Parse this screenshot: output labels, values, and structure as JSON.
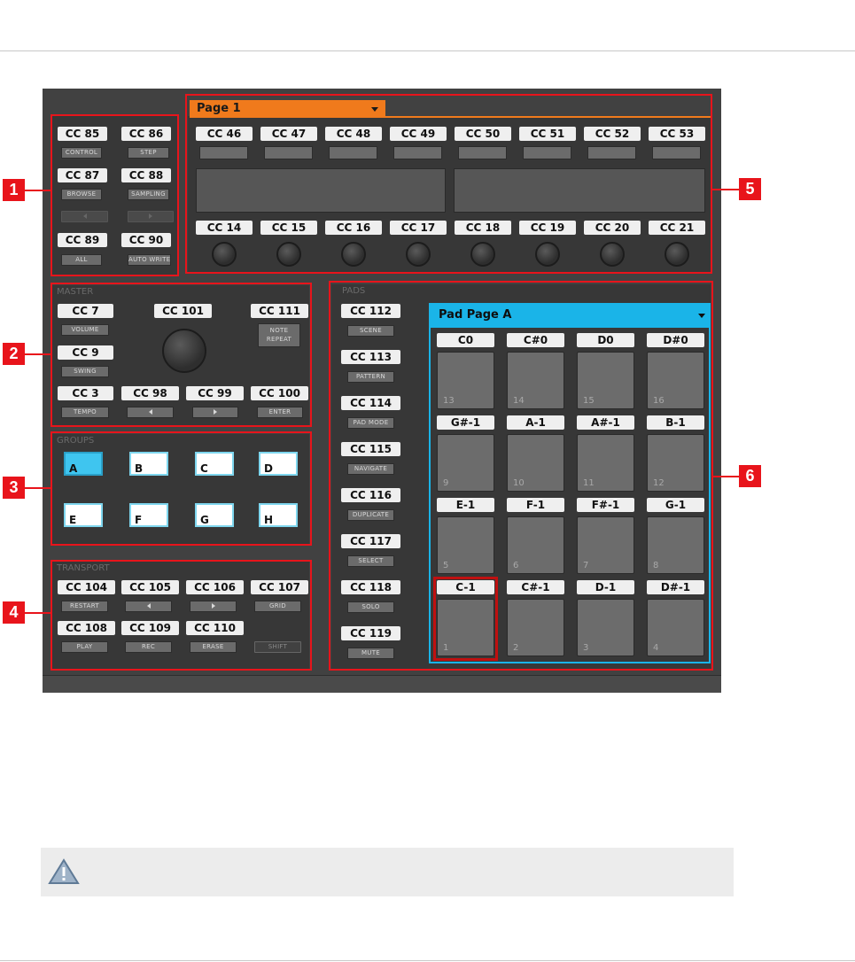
{
  "header_rule": true,
  "page_select": {
    "label": "Page 1"
  },
  "section1": {
    "badge": "1",
    "rows": [
      [
        {
          "cc": "CC 85",
          "btn": "CONTROL"
        },
        {
          "cc": "CC 86",
          "btn": "STEP"
        }
      ],
      [
        {
          "cc": "CC 87",
          "btn": "BROWSE"
        },
        {
          "cc": "CC 88",
          "btn": "SAMPLING"
        }
      ],
      [
        {
          "cc": "CC 89",
          "btn": "ALL"
        },
        {
          "cc": "CC 90",
          "btn": "AUTO WRITE"
        }
      ]
    ]
  },
  "section5": {
    "badge": "5",
    "top_ccs": [
      "CC 46",
      "CC 47",
      "CC 48",
      "CC 49",
      "CC 50",
      "CC 51",
      "CC 52",
      "CC 53"
    ],
    "knob_ccs": [
      "CC 14",
      "CC 15",
      "CC 16",
      "CC 17",
      "CC 18",
      "CC 19",
      "CC 20",
      "CC 21"
    ]
  },
  "master": {
    "badge": "2",
    "label": "MASTER",
    "cc7": "CC 7",
    "volume": "VOLUME",
    "cc9": "CC 9",
    "swing": "SWING",
    "cc101": "CC 101",
    "cc111": "CC 111",
    "note_repeat_1": "NOTE",
    "note_repeat_2": "REPEAT",
    "cc3": "CC 3",
    "tempo": "TEMPO",
    "cc98": "CC 98",
    "cc99": "CC 99",
    "cc100": "CC 100",
    "enter": "ENTER"
  },
  "groups": {
    "badge": "3",
    "label": "GROUPS",
    "items": [
      "A",
      "B",
      "C",
      "D",
      "E",
      "F",
      "G",
      "H"
    ],
    "selected": "A"
  },
  "transport": {
    "badge": "4",
    "label": "TRANSPORT",
    "row1": [
      {
        "cc": "CC 104",
        "btn": "RESTART"
      },
      {
        "cc": "CC 105",
        "btn": ""
      },
      {
        "cc": "CC 106",
        "btn": ""
      },
      {
        "cc": "CC 107",
        "btn": "GRID"
      }
    ],
    "row2": [
      {
        "cc": "CC 108",
        "btn": "PLAY"
      },
      {
        "cc": "CC 109",
        "btn": "REC"
      },
      {
        "cc": "CC 110",
        "btn": "ERASE"
      },
      {
        "cc": "",
        "btn": "SHIFT"
      }
    ]
  },
  "pads": {
    "badge": "6",
    "label": "PADS",
    "mode_buttons": [
      {
        "cc": "CC 112",
        "btn": "SCENE"
      },
      {
        "cc": "CC 113",
        "btn": "PATTERN"
      },
      {
        "cc": "CC 114",
        "btn": "PAD MODE"
      },
      {
        "cc": "CC 115",
        "btn": "NAVIGATE"
      },
      {
        "cc": "CC 116",
        "btn": "DUPLICATE"
      },
      {
        "cc": "CC 117",
        "btn": "SELECT"
      },
      {
        "cc": "CC 118",
        "btn": "SOLO"
      },
      {
        "cc": "CC 119",
        "btn": "MUTE"
      }
    ],
    "page_select": "Pad Page A",
    "grid": [
      [
        {
          "note": "C0",
          "num": "13"
        },
        {
          "note": "C#0",
          "num": "14"
        },
        {
          "note": "D0",
          "num": "15"
        },
        {
          "note": "D#0",
          "num": "16"
        }
      ],
      [
        {
          "note": "G#-1",
          "num": "9"
        },
        {
          "note": "A-1",
          "num": "10"
        },
        {
          "note": "A#-1",
          "num": "11"
        },
        {
          "note": "B-1",
          "num": "12"
        }
      ],
      [
        {
          "note": "E-1",
          "num": "5"
        },
        {
          "note": "F-1",
          "num": "6"
        },
        {
          "note": "F#-1",
          "num": "7"
        },
        {
          "note": "G-1",
          "num": "8"
        }
      ],
      [
        {
          "note": "C-1",
          "num": "1"
        },
        {
          "note": "C#-1",
          "num": "2"
        },
        {
          "note": "D-1",
          "num": "3"
        },
        {
          "note": "D#-1",
          "num": "4"
        }
      ]
    ],
    "highlighted_pad": "C-1"
  },
  "note_box": {
    "icon": "warning-icon"
  },
  "colors": {
    "accent_orange": "#f07a1c",
    "accent_blue": "#1ab4e8",
    "callout_red": "#e8141b"
  }
}
